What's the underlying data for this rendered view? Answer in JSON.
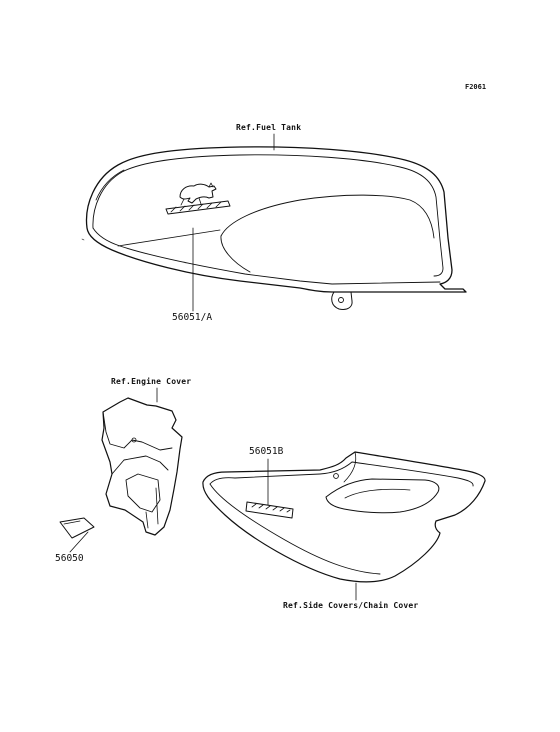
{
  "figure_code": "F2061",
  "references": {
    "fuel_tank": "Ref.Fuel Tank",
    "engine_cover": "Ref.Engine Cover",
    "side_covers": "Ref.Side Covers/Chain Cover"
  },
  "parts": {
    "tank_emblem": "56051/A",
    "side_cover_decal": "56051B",
    "engine_cover_mark": "56050"
  }
}
